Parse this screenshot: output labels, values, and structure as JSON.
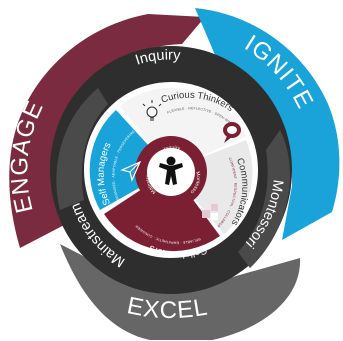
{
  "colors": {
    "engage": "#7a2b3f",
    "ignite": "#1aa3d9",
    "excel": "#666666",
    "dark_ring": "#2e2e2e",
    "inner_crimson": "#7b1f32",
    "white": "#ffffff"
  },
  "outer": {
    "engage": "ENGAGE",
    "ignite": "IGNITE",
    "excel": "EXCEL"
  },
  "middle": {
    "inquiry": "Inquiry",
    "montessori": "Montessori",
    "mainstream": "Mainstream"
  },
  "attributes": {
    "curious_thinkers": {
      "label": "Curious Thinkers",
      "sub": "FLEXIBLE · REFLECTIVE · OPEN-MINDED",
      "icon": "lightbulb-icon"
    },
    "communicators": {
      "label": "Communicators",
      "sub": "CONFIDENT · RESPECTFUL · COLLABORATIVE",
      "icon": "speech-bubble-icon"
    },
    "collaborators": {
      "label": "Collaborators",
      "sub": "RELIABLE · EMPATHETIC · CONSIDERATE",
      "icon": "puzzle-icon"
    },
    "self_managers": {
      "label": "Self Managers",
      "sub": "ORGANISED · ADAPTABLE · PERSEVERING",
      "icon": "paper-plane-icon"
    }
  },
  "hub": {
    "top": "Inquiry",
    "left": "Mainstream",
    "right": "Montessori",
    "icon": "child-figure-icon"
  }
}
